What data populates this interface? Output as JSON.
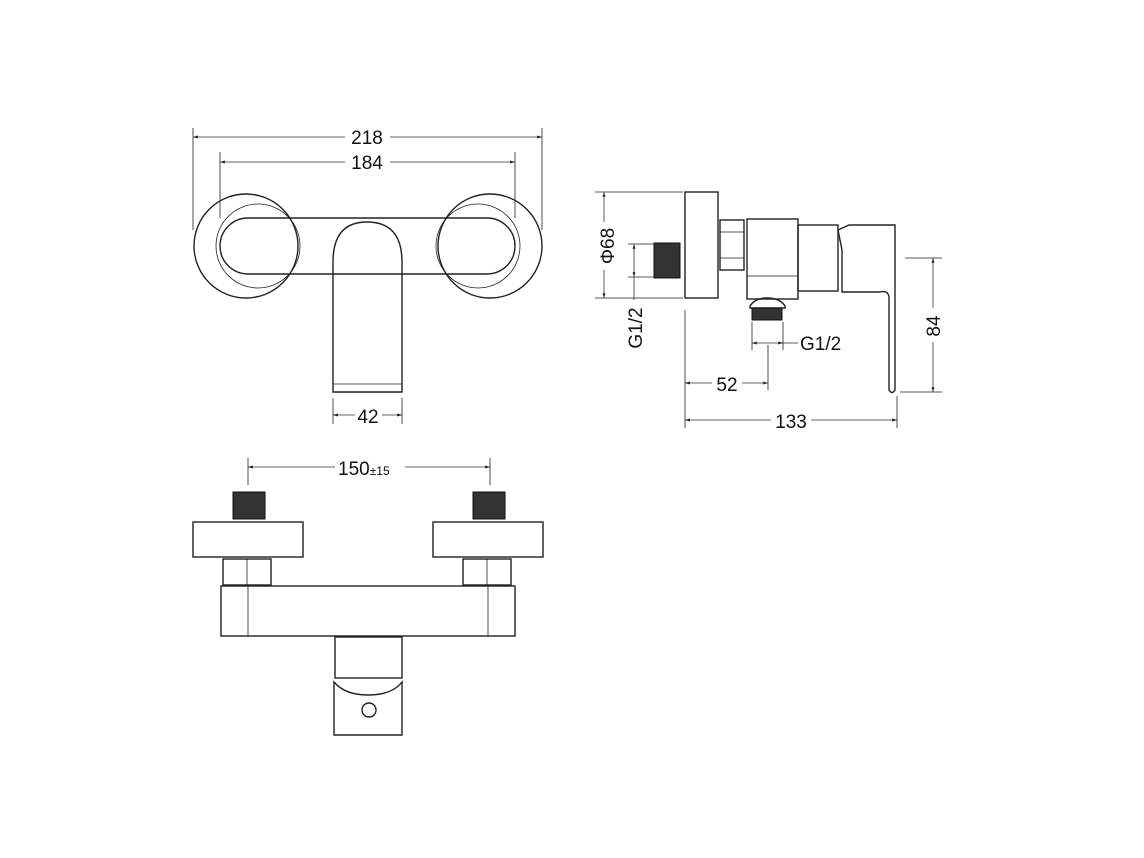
{
  "front_view": {
    "overall_width": "218",
    "center_distance": "184",
    "spout_width": "42"
  },
  "side_view": {
    "plate_diameter": "Φ68",
    "inlet_thread": "G1/2",
    "outlet_thread": "G1/2",
    "outlet_offset": "52",
    "total_depth": "133",
    "handle_height": "84"
  },
  "bottom_view": {
    "inlet_spacing": "150",
    "inlet_tolerance": "±15"
  }
}
